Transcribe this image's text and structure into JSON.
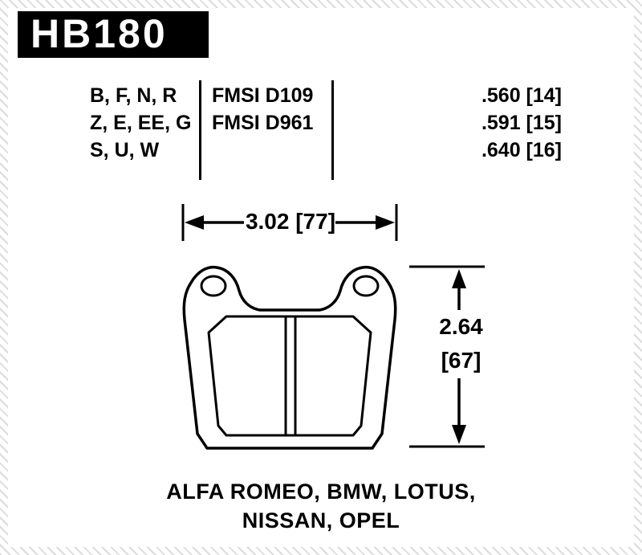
{
  "header": {
    "part_number": "HB180"
  },
  "spec_table": {
    "pad_shapes": [
      "B, F, N, R",
      "Z, E, EE, G",
      "S, U, W"
    ],
    "fmsi_numbers": [
      "FMSI D109",
      "FMSI D961"
    ],
    "thicknesses": [
      ".560 [14]",
      ".591 [15]",
      ".640 [16]"
    ]
  },
  "dimensions": {
    "width_label": "3.02 [77]",
    "height_value": "2.64",
    "height_mm": "[67]"
  },
  "applications": {
    "line1": "ALFA ROMEO, BMW, LOTUS,",
    "line2": "NISSAN, OPEL"
  },
  "colors": {
    "ink": "#000000",
    "background": "#ffffff",
    "border_stripe": "#dcdcdc"
  }
}
